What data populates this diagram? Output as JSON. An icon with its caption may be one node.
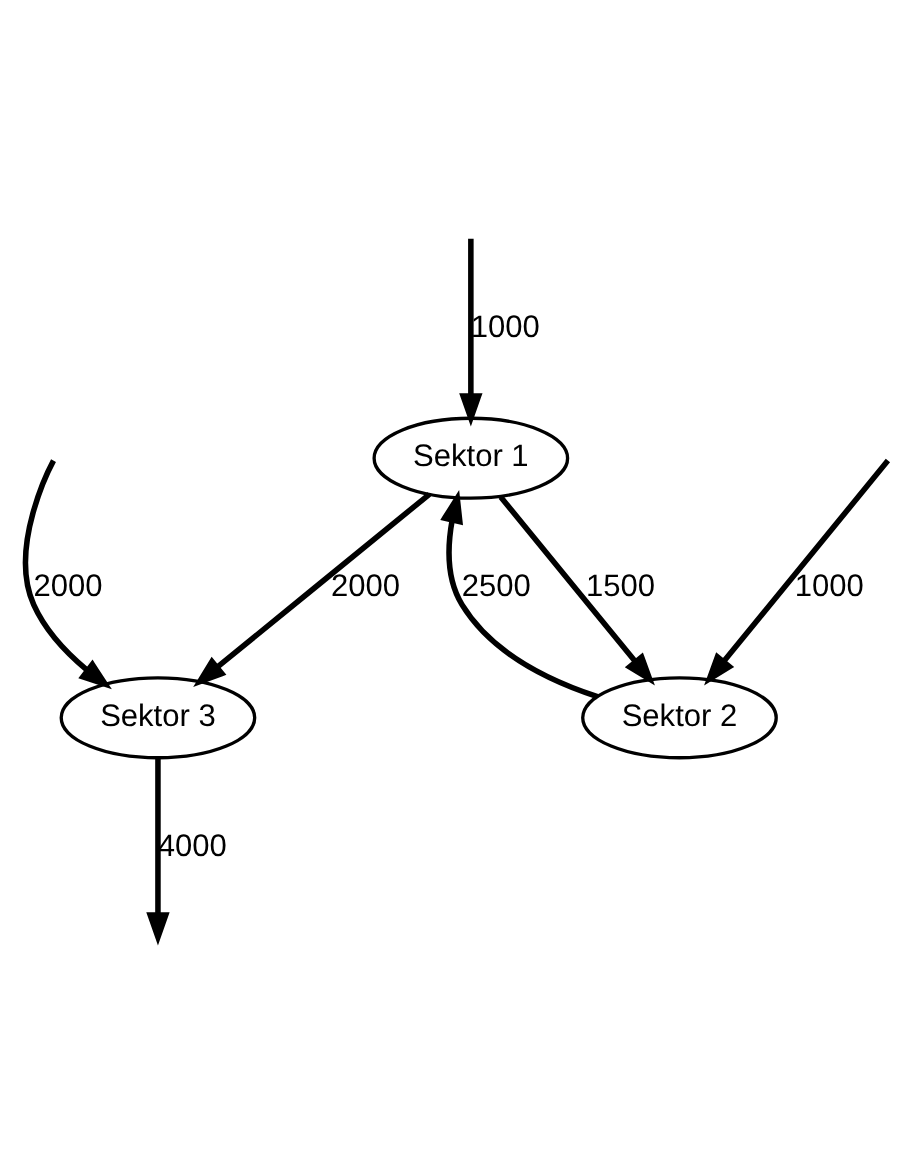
{
  "diagram": {
    "nodes": [
      {
        "text": [
          "Sektor 1"
        ]
      },
      {
        "text": [
          "Sektor 2"
        ]
      },
      {
        "text": [
          "Sektor 3"
        ]
      }
    ],
    "edges": [
      {
        "from": null,
        "to": 0,
        "arrow": "to",
        "label": "1000"
      },
      {
        "from": 0,
        "to": 2,
        "arrow": "to",
        "label": "2000"
      },
      {
        "from": 0,
        "to": 1,
        "arrow": "to",
        "label": "1500"
      },
      {
        "from": 1,
        "to": 0,
        "arrow": "to",
        "label": "2500"
      },
      {
        "from": null,
        "to": 1,
        "arrow": "to",
        "label": "1000"
      },
      {
        "from": null,
        "to": 2,
        "arrow": "to",
        "label": "2000"
      },
      {
        "from": 2,
        "to": null,
        "arrow": "to",
        "label": "4000"
      }
    ]
  }
}
